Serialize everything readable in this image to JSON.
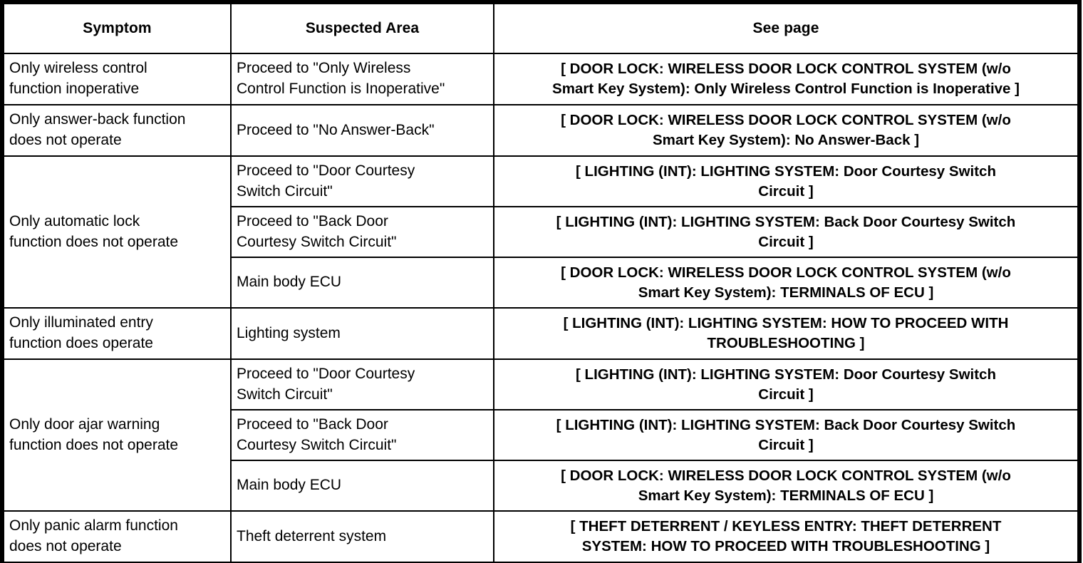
{
  "document": {
    "kind": "service-manual-symptom-table"
  },
  "table": {
    "columns": [
      {
        "key": "symptom",
        "label": "Symptom"
      },
      {
        "key": "suspected",
        "label": "Suspected Area"
      },
      {
        "key": "seepage",
        "label": "See page"
      }
    ],
    "groups": [
      {
        "symptom": "Only wireless control\nfunction inoperative",
        "rows": [
          {
            "suspected": "Proceed to \"Only Wireless\nControl Function is Inoperative\"",
            "seepage": "[ DOOR LOCK: WIRELESS DOOR LOCK CONTROL SYSTEM (w/o\nSmart Key System): Only Wireless Control Function is Inoperative ]"
          }
        ]
      },
      {
        "symptom": "Only answer-back function\ndoes not operate",
        "rows": [
          {
            "suspected": "Proceed to \"No Answer-Back\"",
            "seepage": "[ DOOR LOCK: WIRELESS DOOR LOCK CONTROL SYSTEM (w/o\nSmart Key System): No Answer-Back ]"
          }
        ]
      },
      {
        "symptom": "Only automatic lock\nfunction does not operate",
        "rows": [
          {
            "suspected": "Proceed to \"Door Courtesy\nSwitch Circuit\"",
            "seepage": "[ LIGHTING (INT): LIGHTING SYSTEM: Door Courtesy Switch\nCircuit ]"
          },
          {
            "suspected": "Proceed to \"Back Door\nCourtesy Switch Circuit\"",
            "seepage": "[ LIGHTING (INT): LIGHTING SYSTEM: Back Door Courtesy Switch\nCircuit ]"
          },
          {
            "suspected": "Main body ECU",
            "seepage": "[ DOOR LOCK: WIRELESS DOOR LOCK CONTROL SYSTEM (w/o\nSmart Key System): TERMINALS OF ECU ]"
          }
        ]
      },
      {
        "symptom": "Only illuminated entry\nfunction does operate",
        "rows": [
          {
            "suspected": "Lighting system",
            "seepage": "[ LIGHTING (INT): LIGHTING SYSTEM: HOW TO PROCEED WITH\nTROUBLESHOOTING ]"
          }
        ]
      },
      {
        "symptom": "Only door ajar warning\nfunction does not operate",
        "rows": [
          {
            "suspected": "Proceed to \"Door Courtesy\nSwitch Circuit\"",
            "seepage": "[ LIGHTING (INT): LIGHTING SYSTEM: Door Courtesy Switch\nCircuit ]"
          },
          {
            "suspected": "Proceed to \"Back Door\nCourtesy Switch Circuit\"",
            "seepage": "[ LIGHTING (INT): LIGHTING SYSTEM: Back Door Courtesy Switch\nCircuit ]"
          },
          {
            "suspected": "Main body ECU",
            "seepage": "[ DOOR LOCK: WIRELESS DOOR LOCK CONTROL SYSTEM (w/o\nSmart Key System): TERMINALS OF ECU ]"
          }
        ]
      },
      {
        "symptom": "Only panic alarm function\ndoes not operate",
        "rows": [
          {
            "suspected": "Theft deterrent system",
            "seepage": "[ THEFT DETERRENT / KEYLESS ENTRY: THEFT DETERRENT\nSYSTEM: HOW TO PROCEED WITH TROUBLESHOOTING ]"
          }
        ]
      }
    ]
  },
  "colors": {
    "border": "#000000",
    "text": "#000000",
    "background": "#ffffff"
  }
}
